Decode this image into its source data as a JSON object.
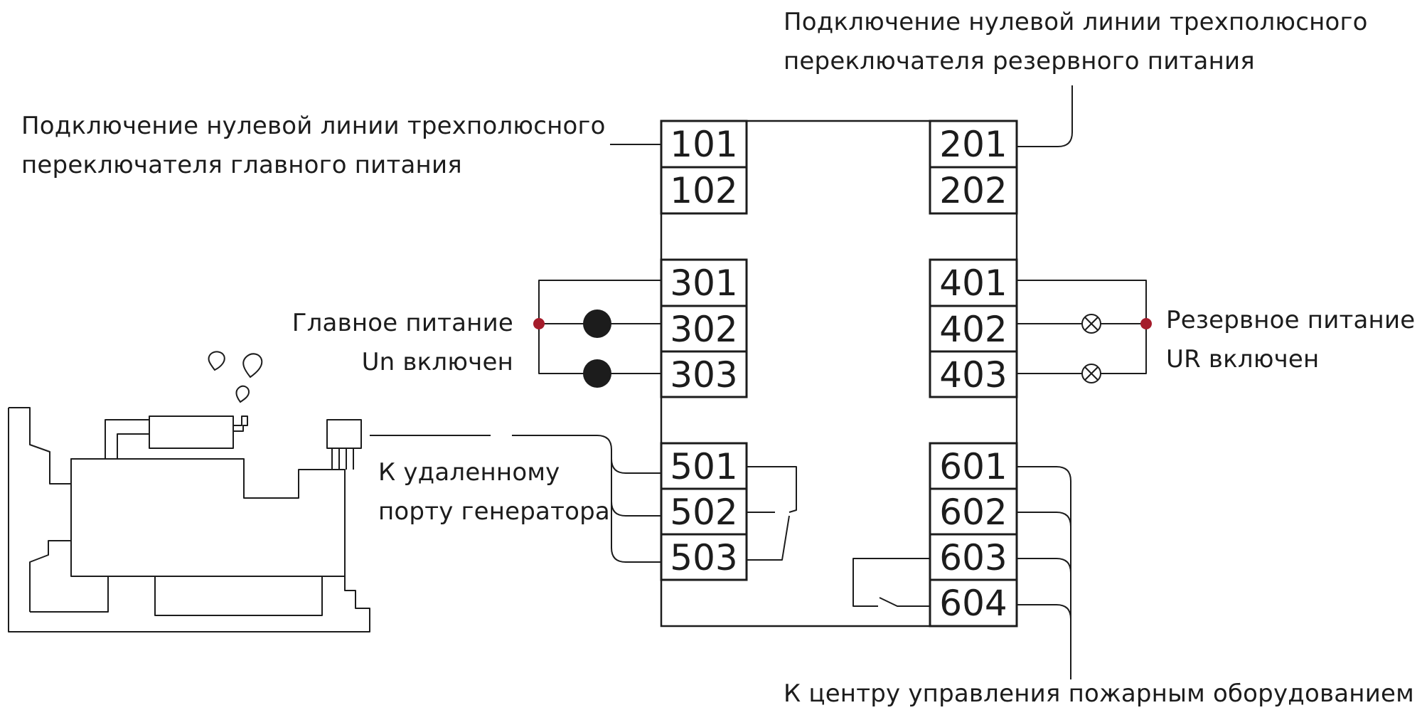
{
  "labels": {
    "top_right": [
      "Подключение нулевой линии трехполюсного",
      "переключателя резервного питания"
    ],
    "top_left": [
      "Подключение нулевой линии трехполюсного",
      "переключателя главного питания"
    ],
    "main_power": [
      "Главное питание",
      "Un включен"
    ],
    "reserve_power": [
      "Резервное питание",
      "UR включен"
    ],
    "remote_port": [
      "К удаленному",
      "порту генератора"
    ],
    "fire_center": "К центру управления пожарным оборудованием"
  },
  "terminals": {
    "t101": "101",
    "t102": "102",
    "t201": "201",
    "t202": "202",
    "t301": "301",
    "t302": "302",
    "t303": "303",
    "t401": "401",
    "t402": "402",
    "t403": "403",
    "t501": "501",
    "t502": "502",
    "t503": "503",
    "t601": "601",
    "t602": "602",
    "t603": "603",
    "t604": "604"
  },
  "colors": {
    "line": "#1c1c1c",
    "junction_dot": "#a51c2b",
    "indicator": "#1c1c1c"
  },
  "icons": {
    "indicator_lamp": "lamp-cross-icon",
    "generator": "generator-icon",
    "smoke": "smoke-drop-icon"
  }
}
